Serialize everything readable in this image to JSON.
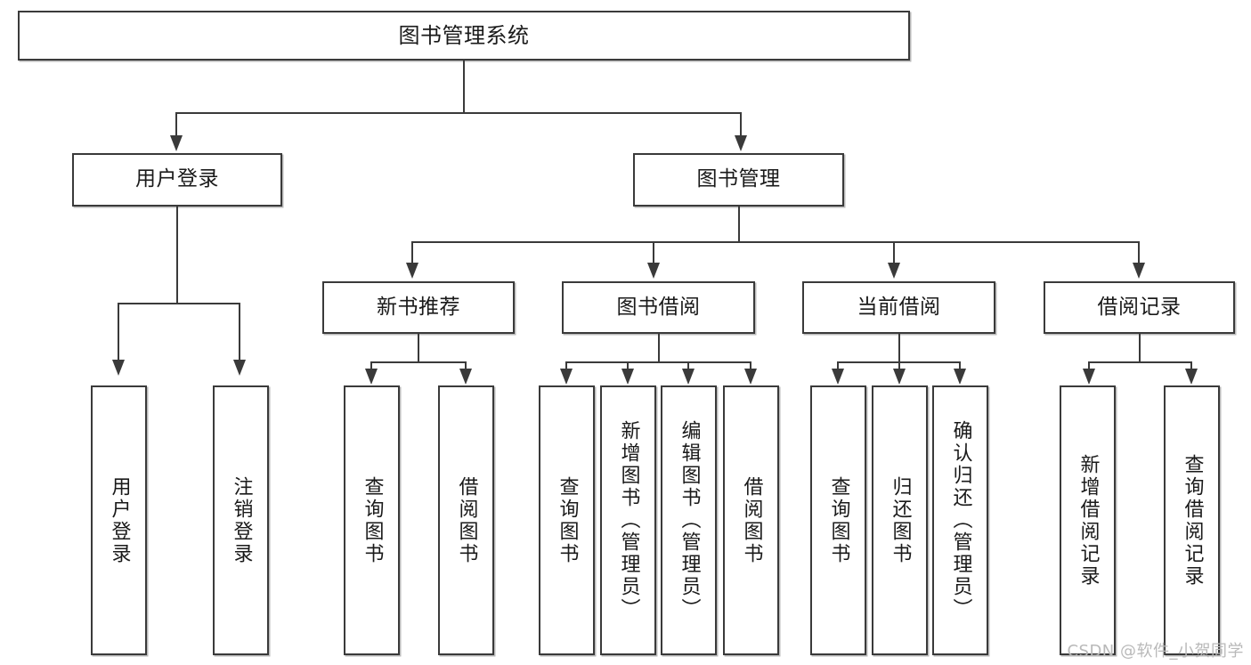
{
  "diagram": {
    "title": "图书管理系统",
    "type": "tree-hierarchy-chart",
    "root": {
      "label": "图书管理系统"
    },
    "level2": [
      {
        "label": "用户登录"
      },
      {
        "label": "图书管理"
      }
    ],
    "level3": [
      {
        "label": "新书推荐"
      },
      {
        "label": "图书借阅"
      },
      {
        "label": "当前借阅"
      },
      {
        "label": "借阅记录"
      }
    ],
    "leaves": {
      "user_login": [
        {
          "label": "用户登录"
        },
        {
          "label": "注销登录"
        }
      ],
      "new_book_recommend": [
        {
          "label": "查询图书"
        },
        {
          "label": "借阅图书"
        }
      ],
      "book_borrow": [
        {
          "label": "查询图书"
        },
        {
          "label": "新增图书（管理员）"
        },
        {
          "label": "编辑图书（管理员）"
        },
        {
          "label": "借阅图书"
        }
      ],
      "current_borrow": [
        {
          "label": "查询图书"
        },
        {
          "label": "归还图书"
        },
        {
          "label": "确认归还（管理员）"
        }
      ],
      "borrow_records": [
        {
          "label": "新增借阅记录"
        },
        {
          "label": "查询借阅记录"
        }
      ]
    }
  },
  "watermark": {
    "text": "CSDN @软件_小贺同学"
  },
  "colors": {
    "stroke": "#3a3a3a",
    "fill": "#ffffff",
    "text": "#1a1a1a",
    "watermark": "#b9b9b9"
  }
}
